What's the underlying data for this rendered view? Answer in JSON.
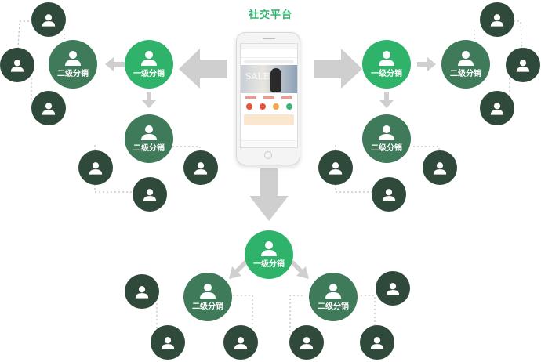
{
  "title": "社交平台",
  "level1_label": "一级分销",
  "level2_label": "二级分销",
  "colors": {
    "title": "#2fb36b",
    "level1": "#2fb36b",
    "level2": "#3f7a5a",
    "level3": "#2f4a3a",
    "arrow": "#cfcfcf",
    "dotted": "#bdbdbd"
  },
  "icons": [
    "user-icon",
    "arrow-icon"
  ]
}
